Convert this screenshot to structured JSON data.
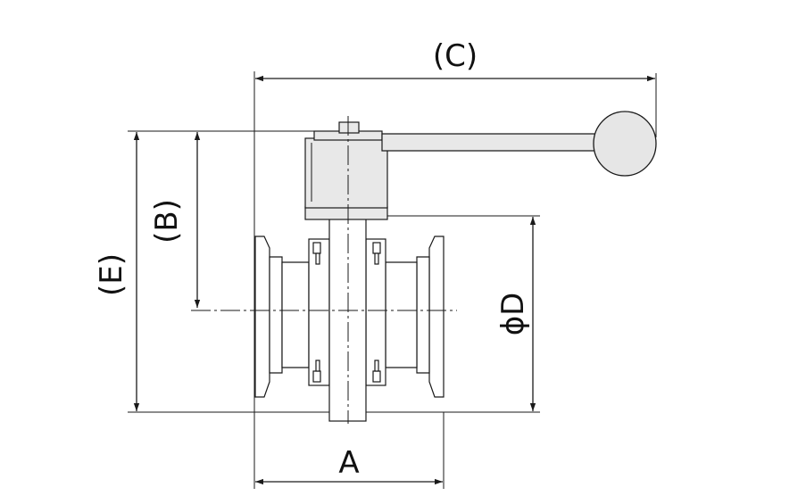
{
  "diagram": {
    "labels": {
      "c": "(C)",
      "b": "(B)",
      "e": "(E)",
      "a": "A",
      "d": "ϕD"
    },
    "colors": {
      "line": "#1a1a1a",
      "handle_fill": "#e6e6e6",
      "background": "#ffffff"
    }
  }
}
